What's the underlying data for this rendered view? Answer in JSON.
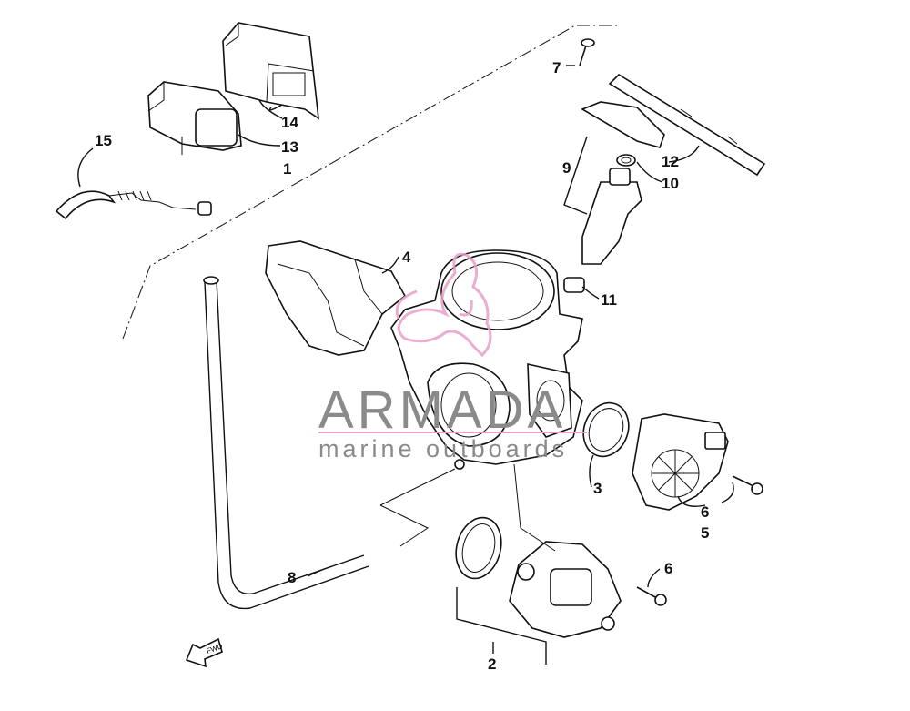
{
  "callouts": {
    "c1": "1",
    "c2": "2",
    "c3": "3",
    "c4": "4",
    "c5": "5",
    "c6a": "6",
    "c6b": "6",
    "c7": "7",
    "c8": "8",
    "c9": "9",
    "c10": "10",
    "c11": "11",
    "c12": "12",
    "c13": "13",
    "c14": "14",
    "c15": "15"
  },
  "fwd_label": "FWD",
  "watermark": {
    "brand": "ARMADA",
    "tagline": "marine outboards",
    "logo_color": "#e8a0c8",
    "text_color": "#8a8a8a"
  }
}
